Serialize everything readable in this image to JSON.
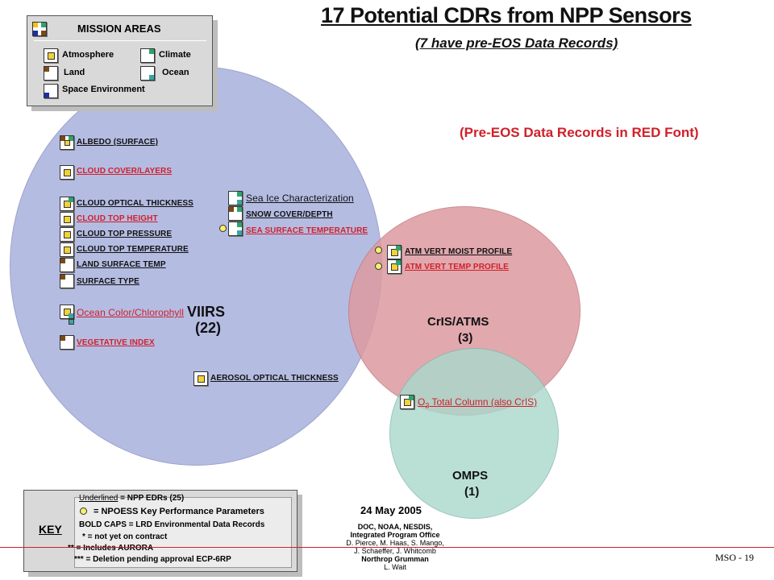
{
  "header": {
    "title": "17 Potential CDRs from NPP Sensors",
    "subtitle": "(7 have pre-EOS Data Records)",
    "pre_eos_note": "(Pre-EOS Data Records in RED Font)"
  },
  "mission_areas": {
    "title": "MISSION AREAS",
    "atmosphere": "Atmosphere",
    "climate": "Climate",
    "land": "Land",
    "ocean": "Ocean",
    "space": "Space Environment"
  },
  "viirs": {
    "label": "VIIRS",
    "count": "(22)",
    "items": {
      "albedo": "ALBEDO (SURFACE)",
      "cloud_cover": "CLOUD COVER/LAYERS",
      "cloud_optical": "CLOUD OPTICAL THICKNESS",
      "cloud_top_height": "CLOUD TOP HEIGHT",
      "cloud_top_pressure": "CLOUD TOP PRESSURE",
      "cloud_top_temp": "CLOUD TOP TEMPERATURE",
      "land_surface_temp": "LAND SURFACE TEMP",
      "surface_type": "SURFACE TYPE",
      "ocean_color": "Ocean Color/Chlorophyll",
      "vegetative": "VEGETATIVE INDEX",
      "aerosol": "AEROSOL OPTICAL THICKNESS",
      "sea_ice": "Sea Ice Characterization",
      "snow_cover": "SNOW COVER/DEPTH",
      "sst": "SEA SURFACE TEMPERATURE"
    }
  },
  "cris": {
    "label": "CrIS/ATMS",
    "count": "(3)",
    "items": {
      "moist": "ATM VERT MOIST PROFILE",
      "temp": "ATM VERT TEMP PROFILE"
    }
  },
  "omps": {
    "label": "OMPS",
    "count": "(1)",
    "o3_prefix": "O",
    "o3_sub": "3",
    "o3_rest": " Total Column (also CrIS)"
  },
  "key": {
    "title": "KEY",
    "row1_a": "Underlined",
    "row1_b": " = NPP EDRs (25)",
    "row2": "= NPOESS Key Performance Parameters",
    "row3": "BOLD CAPS = LRD Environmental Data Records",
    "row4": "* = not yet on contract",
    "row5": "** = Includes AURORA",
    "row6": "*** = Deletion pending approval ECP-6RP"
  },
  "footer": {
    "date": "24 May 2005",
    "org1": "DOC, NOAA, NESDIS,",
    "org2": "Integrated Program Office",
    "names1": "D. Pierce, M. Haas, S. Mango,",
    "names2": "J. Schaeffer, J. Whitcomb",
    "org3": "Northrop Grumman",
    "names3": "L. Wait",
    "slide": "MSO - 19"
  },
  "colors": {
    "viirs_fill": "#a9b1dd",
    "cris_fill": "#dc9aa0",
    "omps_fill": "#a9d9cd",
    "pre_eos_red": "#d0202a"
  }
}
